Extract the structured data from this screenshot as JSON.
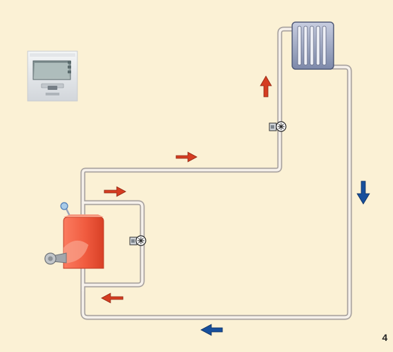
{
  "diagram": {
    "page_number": "4",
    "colors": {
      "background": "#fbf1d5",
      "pipe_outline": "#a9a3a0",
      "pipe_fill": "#f7f2ec",
      "hot_arrow": "#d53d22",
      "cold_arrow": "#174f9c",
      "boiler": "#f05b3f",
      "radiator": "#7b88a9",
      "thermostat": "#e9ecef"
    },
    "components": {
      "boiler": "boiler",
      "burner": "burner",
      "radiator": "radiator",
      "thermostat": "room-thermostat",
      "pump_main": "circulation-pump",
      "pump_bypass": "circulation-pump"
    }
  }
}
